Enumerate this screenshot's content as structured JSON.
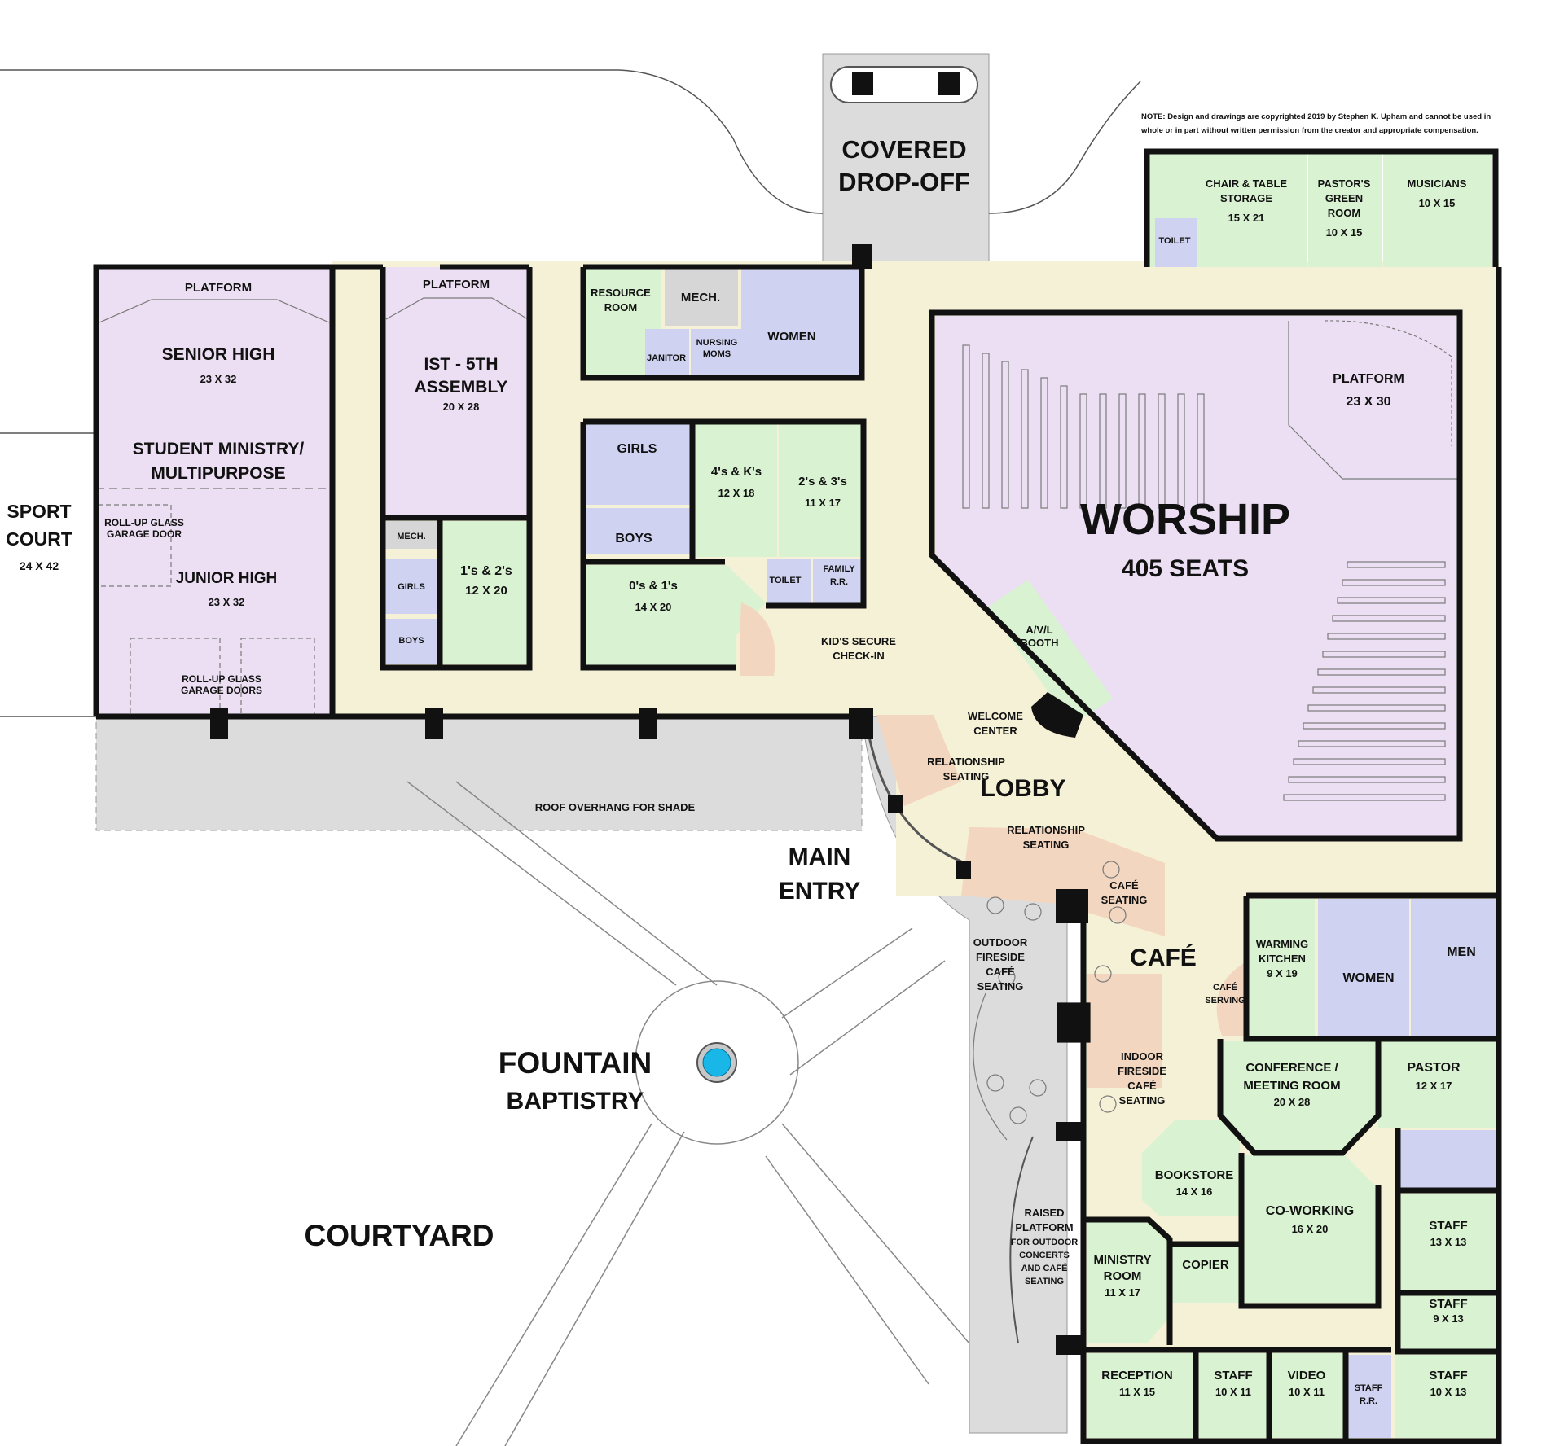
{
  "colors": {
    "corridor": "#f5f1d6",
    "classroom": "#d9f3d2",
    "restroom": "#cfd2f0",
    "assembly": "#ecdff3",
    "seating": "#f3d6bf",
    "mechanical": "#d6d6d6",
    "paving": "#dcdcdc",
    "wall": "#111111",
    "water": "#19b7e8"
  },
  "note": {
    "line1": "NOTE: Design and drawings are copyrighted 2019 by Stephen K. Upham and cannot be used in",
    "line2": "whole or in part without written permission from the creator and appropriate compensation."
  },
  "site": {
    "covered_dropoff_1": "COVERED",
    "covered_dropoff_2": "DROP-OFF",
    "sport_court_1": "SPORT",
    "sport_court_2": "COURT",
    "sport_court_size": "24 X 42",
    "roof_overhang": "ROOF OVERHANG FOR SHADE",
    "main_entry_1": "MAIN",
    "main_entry_2": "ENTRY",
    "fountain_1": "FOUNTAIN",
    "fountain_2": "BAPTISTRY",
    "courtyard": "COURTYARD",
    "outdoor_fireside": [
      "OUTDOOR",
      "FIRESIDE",
      "CAFÉ",
      "SEATING"
    ],
    "raised_platform": [
      "RAISED",
      "PLATFORM",
      "FOR OUTDOOR",
      "CONCERTS",
      "AND CAFÉ",
      "SEATING"
    ]
  },
  "student_wing": {
    "platform": "PLATFORM",
    "senior_high": "SENIOR HIGH",
    "senior_high_size": "23 X 32",
    "student_ministry_1": "STUDENT MINISTRY/",
    "student_ministry_2": "MULTIPURPOSE",
    "rollup_door_1": "ROLL-UP GLASS",
    "rollup_door_2": "GARAGE DOOR",
    "junior_high": "JUNIOR HIGH",
    "junior_high_size": "23 X 32",
    "rollup_doors_1": "ROLL-UP GLASS",
    "rollup_doors_2": "GARAGE DOORS"
  },
  "children_wing": {
    "assembly_platform": "PLATFORM",
    "assembly_1": "IST - 5TH",
    "assembly_2": "ASSEMBLY",
    "assembly_size": "20 X 28",
    "mech_small": "MECH.",
    "girls_small": "GIRLS",
    "boys_small": "BOYS",
    "ones_twos": "1's & 2's",
    "ones_twos_size": "12 X 20",
    "resource_1": "RESOURCE",
    "resource_2": "ROOM",
    "mech": "MECH.",
    "janitor": "JANITOR",
    "nursing_1": "NURSING",
    "nursing_2": "MOMS",
    "women": "WOMEN",
    "girls": "GIRLS",
    "boys": "BOYS",
    "fours": "4's & K's",
    "fours_size": "12 X 18",
    "twos": "2's & 3's",
    "twos_size": "11 X 17",
    "toilet": "TOILET",
    "family_1": "FAMILY",
    "family_2": "R.R.",
    "zeros": "0's & 1's",
    "zeros_size": "14 X 20",
    "checkin_1": "KID'S SECURE",
    "checkin_2": "CHECK-IN"
  },
  "worship_wing": {
    "chair_storage_1": "CHAIR & TABLE",
    "chair_storage_2": "STORAGE",
    "chair_storage_size": "15 X 21",
    "toilet": "TOILET",
    "green_room_1": "PASTOR'S",
    "green_room_2": "GREEN",
    "green_room_3": "ROOM",
    "green_room_size": "10 X 15",
    "musicians": "MUSICIANS",
    "musicians_size": "10 X 15",
    "platform": "PLATFORM",
    "platform_size": "23 X 30",
    "worship": "WORSHIP",
    "seats": "405 SEATS",
    "avl_1": "A/V/L",
    "avl_2": "BOOTH",
    "welcome_1": "WELCOME",
    "welcome_2": "CENTER",
    "lobby": "LOBBY",
    "relationship_a_1": "RELATIONSHIP",
    "relationship_a_2": "SEATING",
    "relationship_b_1": "RELATIONSHIP",
    "relationship_b_2": "SEATING",
    "cafe_seating_1": "CAFÉ",
    "cafe_seating_2": "SEATING"
  },
  "office_wing": {
    "cafe": "CAFÉ",
    "warming_1": "WARMING",
    "warming_2": "KITCHEN",
    "warming_size": "9 X 19",
    "cafe_serving_1": "CAFÉ",
    "cafe_serving_2": "SERVING",
    "women": "WOMEN",
    "men": "MEN",
    "indoor_fireside": [
      "INDOOR",
      "FIRESIDE",
      "CAFÉ",
      "SEATING"
    ],
    "conference_1": "CONFERENCE /",
    "conference_2": "MEETING ROOM",
    "conference_size": "20 X 28",
    "pastor": "PASTOR",
    "pastor_size": "12 X 17",
    "bookstore": "BOOKSTORE",
    "bookstore_size": "14 X 16",
    "coworking": "CO-WORKING",
    "coworking_size": "16 X 20",
    "staff_a": "STAFF",
    "staff_a_size": "13 X 13",
    "ministry_1": "MINISTRY",
    "ministry_2": "ROOM",
    "ministry_size": "11 X 17",
    "copier": "COPIER",
    "staff_b": "STAFF",
    "staff_b_size": "9 X 13",
    "reception": "RECEPTION",
    "reception_size": "11 X 15",
    "staff_c": "STAFF",
    "staff_c_size": "10 X 11",
    "video": "VIDEO",
    "video_size": "10 X 11",
    "staff_rr_1": "STAFF",
    "staff_rr_2": "R.R.",
    "staff_d": "STAFF",
    "staff_d_size": "10 X 13"
  }
}
